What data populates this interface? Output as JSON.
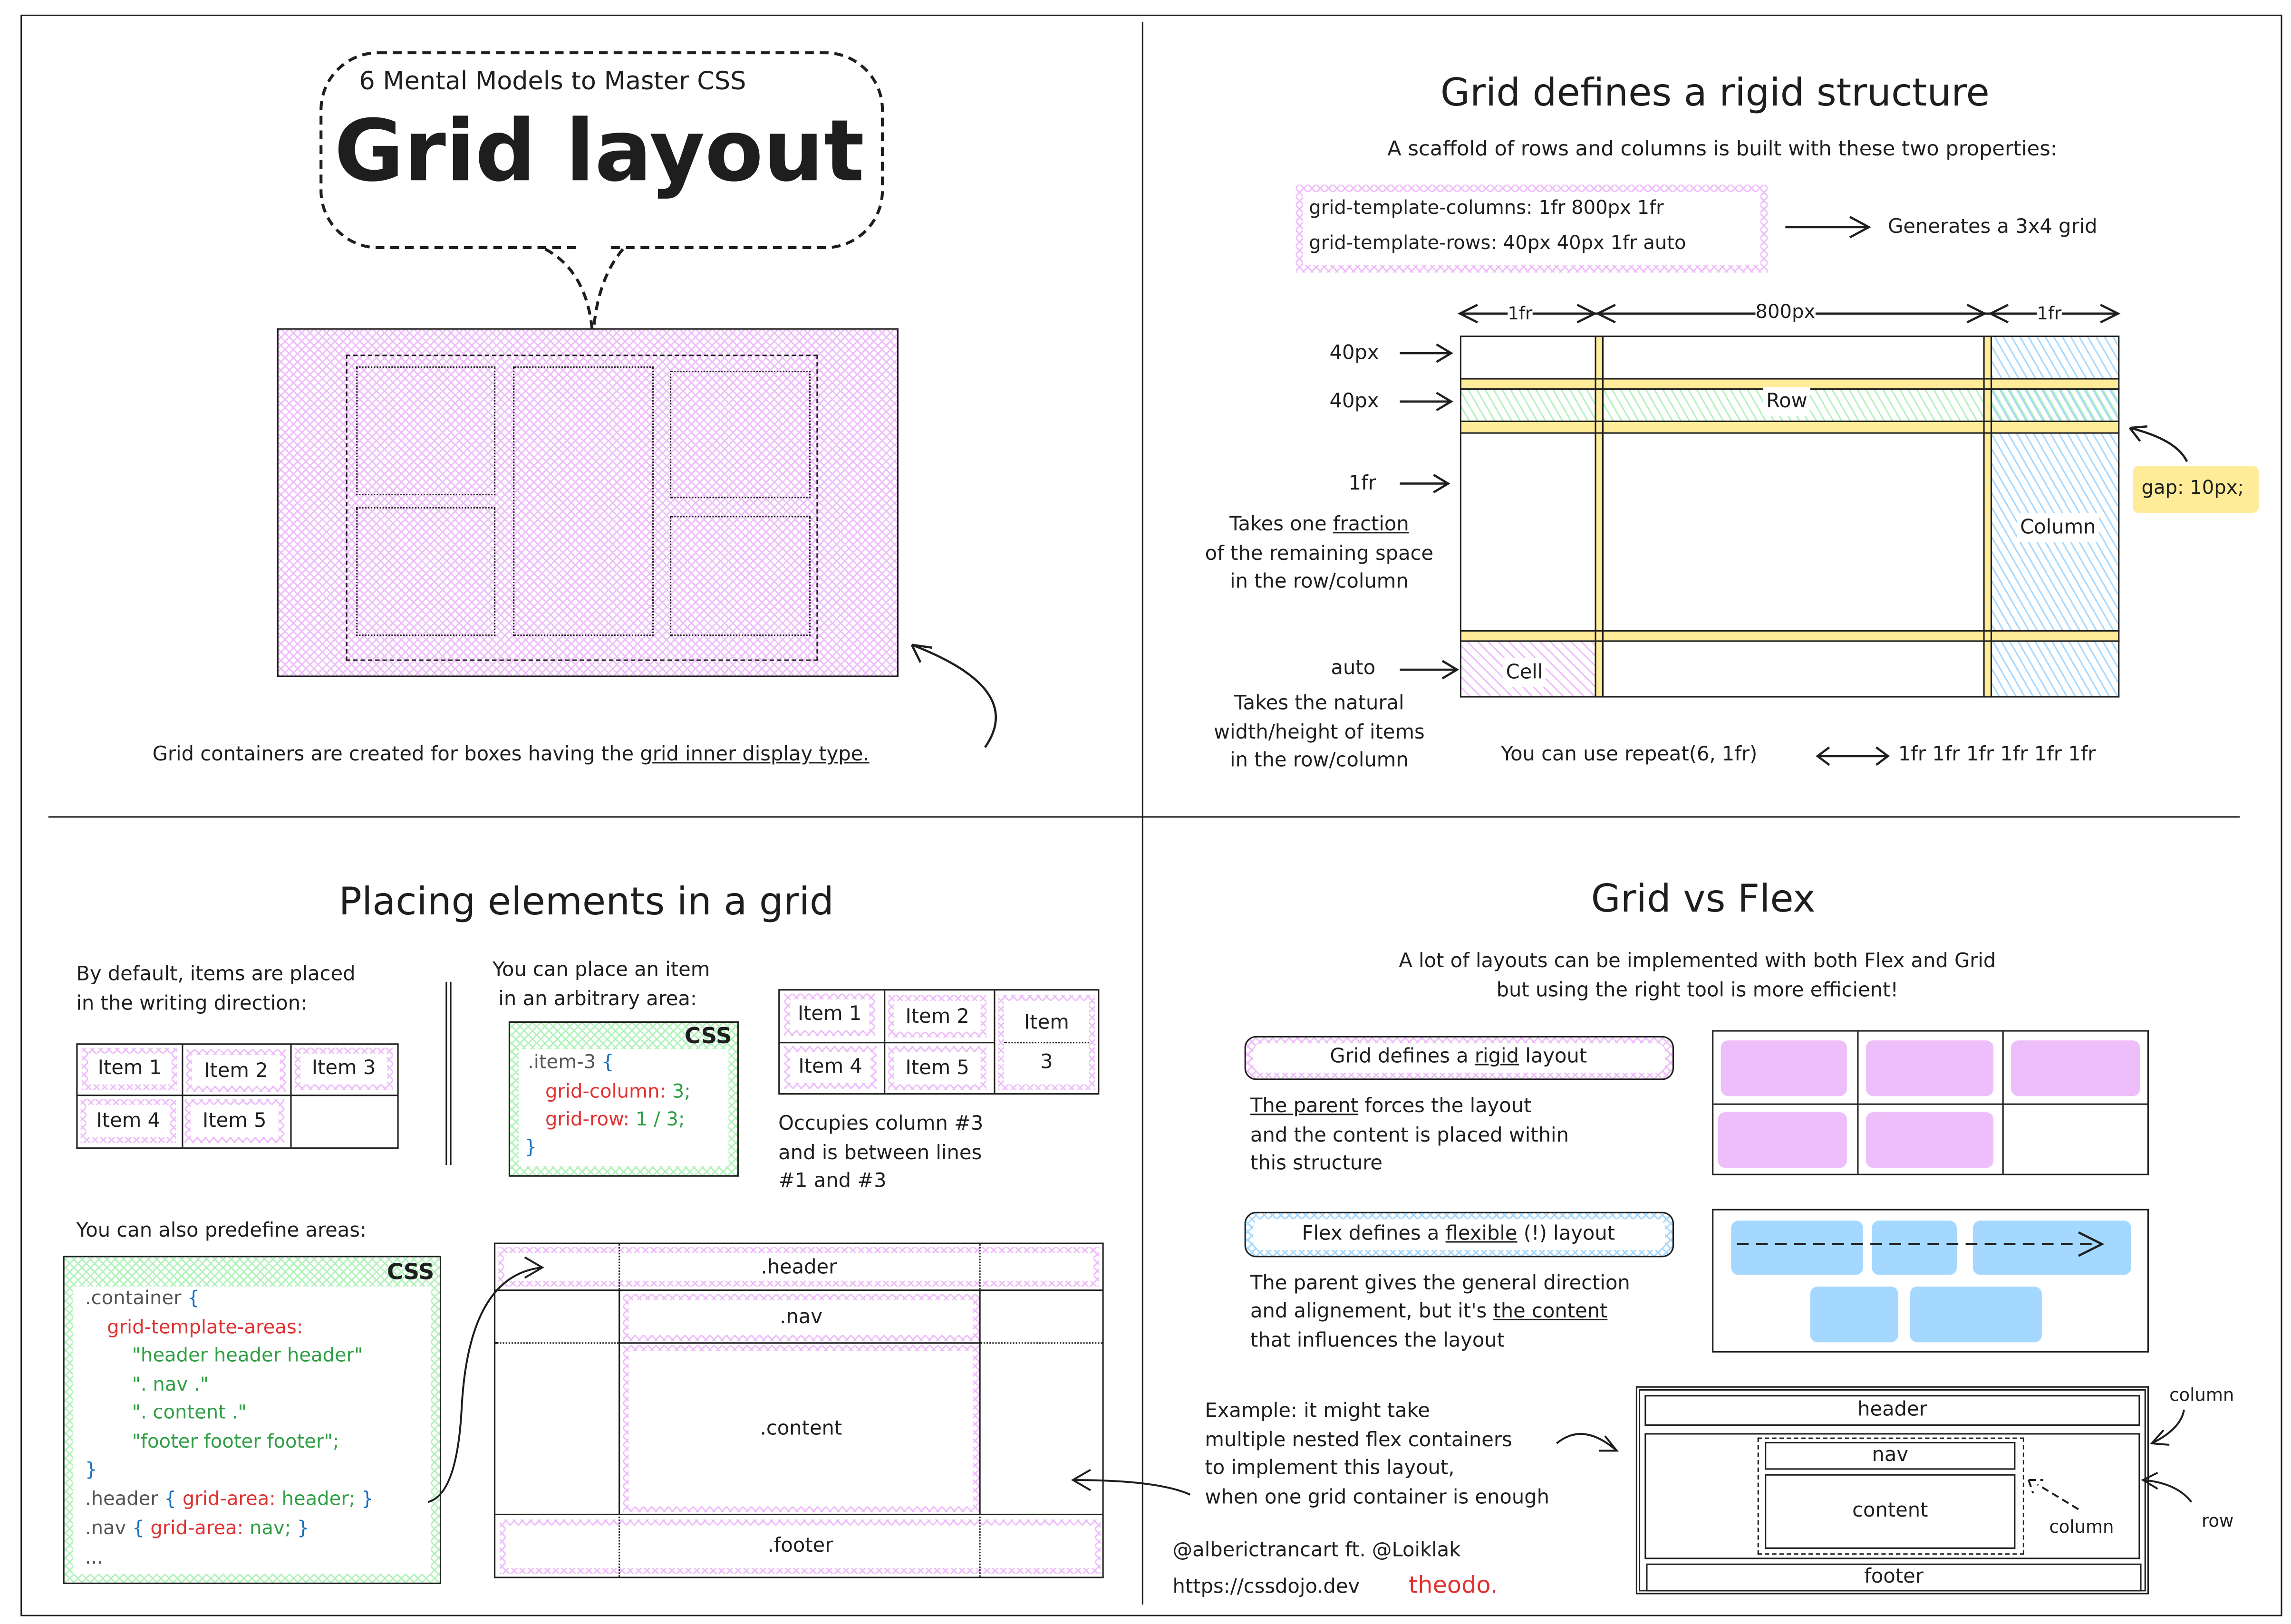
{
  "panel1": {
    "subtitle": "6 Mental Models to Master CSS",
    "title": "Grid layout",
    "caption_before": "Grid containers are created for boxes having the ",
    "caption_link": "grid inner display type."
  },
  "panel2": {
    "title": "Grid defines a rigid structure",
    "subtitle": "A scaffold of rows and columns is built with these two properties:",
    "code_columns": "grid-template-columns: 1fr 800px 1fr",
    "code_rows": "grid-template-rows: 40px 40px 1fr auto",
    "generates": "Generates a 3x4 grid",
    "col_dims": [
      "1fr",
      "800px",
      "1fr"
    ],
    "row_dims": [
      "40px",
      "40px",
      "1fr",
      "auto"
    ],
    "fr_note": [
      "Takes one ",
      "fraction",
      "of the remaining space",
      "in the row/column"
    ],
    "auto_note": [
      "Takes the natural",
      "width/height of items",
      "in the row/column"
    ],
    "row_label": "Row",
    "column_label": "Column",
    "cell_label": "Cell",
    "gap_label": "gap: 10px;",
    "repeat_text": "You can use repeat(6, 1fr)",
    "repeat_result": "1fr 1fr 1fr 1fr 1fr 1fr"
  },
  "panel3": {
    "title": "Placing elements in a grid",
    "default_note": [
      "By default, items are placed",
      "in the writing direction:"
    ],
    "items": [
      "Item 1",
      "Item 2",
      "Item 3",
      "Item 4",
      "Item 5"
    ],
    "arbitrary_note": [
      "You can place an item",
      "in an arbitrary area:"
    ],
    "css_label": "CSS",
    "code1": {
      "selector": ".item-3",
      "open": "{",
      "p1": "grid-column:",
      "v1": "3;",
      "p2": "grid-row:",
      "v2": "1 / 3;",
      "close": "}"
    },
    "item3_parts": [
      "Item",
      "3"
    ],
    "occupies_note": [
      "Occupies column #3",
      "and is between lines",
      "#1 and #3"
    ],
    "predefine_note": "You can also predefine areas:",
    "code2": {
      "selector": ".container",
      "open": "{",
      "prop": "grid-template-areas:",
      "lines": [
        "\"header header header\"",
        "\". nav .\"",
        "\". content .\"",
        "\"footer footer footer\";"
      ],
      "close": "}",
      "header_sel": ".header",
      "header_prop": "grid-area:",
      "header_val": "header;",
      "nav_sel": ".nav",
      "nav_prop": "grid-area:",
      "nav_val": "nav;",
      "ellipsis": "..."
    },
    "areas": {
      "header": ".header",
      "nav": ".nav",
      "content": ".content",
      "footer": ".footer"
    }
  },
  "panel4": {
    "title": "Grid vs Flex",
    "subtitle": [
      "A lot of layouts can be implemented with both Flex and Grid",
      "but using the right tool is more efficient!"
    ],
    "grid_pill": [
      "Grid defines a ",
      "rigid",
      " layout"
    ],
    "grid_desc": [
      "The parent",
      " forces the layout",
      "and the content is placed within",
      "this structure"
    ],
    "flex_pill": [
      "Flex defines a ",
      "flexible",
      " (!) layout"
    ],
    "flex_desc": [
      "The parent gives the general direction",
      "and alignement, but it's ",
      "the content",
      "that influences the layout"
    ],
    "example": [
      "Example: it might take",
      "multiple nested flex containers",
      "to implement this layout,",
      "when one grid container is enough"
    ],
    "layout": {
      "header": "header",
      "nav": "nav",
      "content": "content",
      "footer": "footer"
    },
    "labels": {
      "column_outer": "column",
      "row": "row",
      "column_inner": "column"
    },
    "credits": {
      "authors": "@alberictrancart ft. @Loiklak",
      "url": "https://cssdojo.dev",
      "brand": "theodo."
    },
    "colors": {
      "grid_block": "#eebefa",
      "flex_block": "#a5d8ff",
      "brand": "#e03131"
    }
  }
}
